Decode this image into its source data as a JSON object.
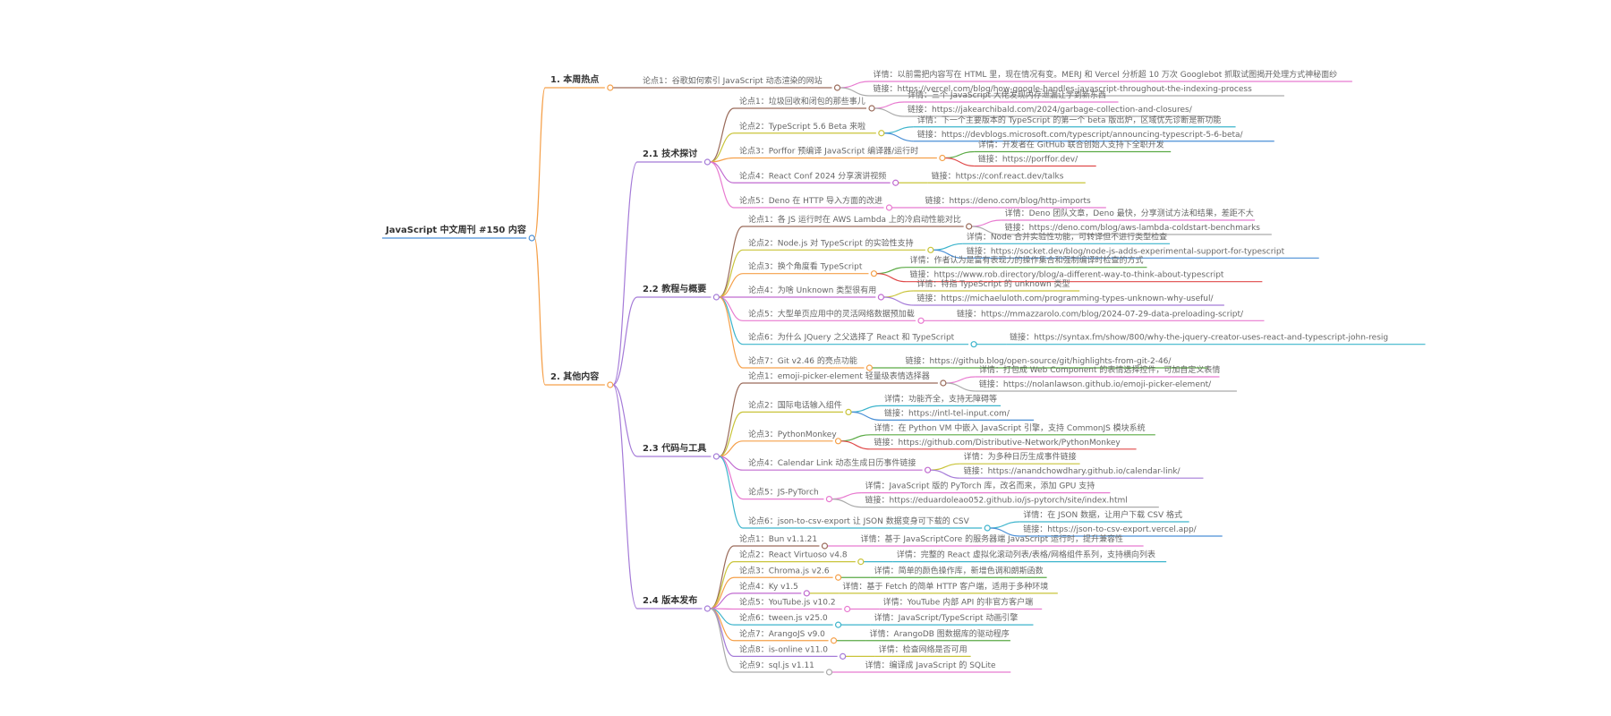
{
  "root": "JavaScript 中文周刊 #150 内容",
  "colors": {
    "orange": "#f5a04a",
    "purple": "#a57bd8",
    "brown": "#9a6b5a",
    "yellow": "#c9c43a",
    "teal": "#3cb4cc",
    "pink": "#e87ad0",
    "red": "#e04a4a",
    "green": "#5aaa44",
    "blue": "#4a8fd6",
    "gray": "#aaaaaa",
    "magenta": "#c06ad0"
  },
  "sections": [
    {
      "label": "1. 本周热点",
      "points": [
        {
          "label": "论点1：谷歌如何索引 JavaScript 动态渲染的网站",
          "leaves": [
            "详情：以前需把内容写在 HTML 里，现在情况有变。MERJ 和 Vercel 分析超 10 万次 Googlebot 抓取试图揭开处理方式神秘面纱",
            "链接：https://vercel.com/blog/how-google-handles-javascript-throughout-the-indexing-process"
          ]
        }
      ]
    },
    {
      "label": "2. 其他内容",
      "subsections": [
        {
          "label": "2.1 技术探讨",
          "points": [
            {
              "label": "论点1：垃圾回收和闭包的那些事儿",
              "leaves": [
                "详情：三个 JavaScript 大佬发现内存泄漏让学到新东西",
                "链接：https://jakearchibald.com/2024/garbage-collection-and-closures/"
              ]
            },
            {
              "label": "论点2：TypeScript 5.6 Beta 来啦",
              "leaves": [
                "详情：下一个主要版本的 TypeScript 的第一个 beta 版出炉，区域优先诊断是新功能",
                "链接：https://devblogs.microsoft.com/typescript/announcing-typescript-5-6-beta/"
              ]
            },
            {
              "label": "论点3：Porffor 预编译 JavaScript 编译器/运行时",
              "leaves": [
                "详情：开发者在 GitHub 联合创始人支持下全职开发",
                "链接：https://porffor.dev/"
              ]
            },
            {
              "label": "论点4：React Conf 2024 分享演讲视频",
              "leaves": [
                "链接：https://conf.react.dev/talks"
              ]
            },
            {
              "label": "论点5：Deno 在 HTTP 导入方面的改进",
              "leaves": [
                "链接：https://deno.com/blog/http-imports"
              ]
            }
          ]
        },
        {
          "label": "2.2 教程与概要",
          "points": [
            {
              "label": "论点1：各 JS 运行时在 AWS Lambda 上的冷启动性能对比",
              "leaves": [
                "详情：Deno 团队文章，Deno 最快，分享测试方法和结果，差距不大",
                "链接：https://deno.com/blog/aws-lambda-coldstart-benchmarks"
              ]
            },
            {
              "label": "论点2：Node.js 对 TypeScript 的实验性支持",
              "leaves": [
                "详情：Node 合并实验性功能，可转译但不进行类型检查",
                "链接：https://socket.dev/blog/node-js-adds-experimental-support-for-typescript"
              ]
            },
            {
              "label": "论点3：换个角度看 TypeScript",
              "leaves": [
                "详情：作者认为是富有表现力的操作集合和强制编译时检查的方式",
                "链接：https://www.rob.directory/blog/a-different-way-to-think-about-typescript"
              ]
            },
            {
              "label": "论点4：为啥 Unknown 类型很有用",
              "leaves": [
                "详情：特指 TypeScript 的 unknown 类型",
                "链接：https://michaeluloth.com/programming-types-unknown-why-useful/"
              ]
            },
            {
              "label": "论点5：大型单页应用中的灵活网络数据预加载",
              "leaves": [
                "链接：https://mmazzarolo.com/blog/2024-07-29-data-preloading-script/"
              ]
            },
            {
              "label": "论点6：为什么 JQuery 之父选择了 React 和 TypeScript",
              "leaves": [
                "链接：https://syntax.fm/show/800/why-the-jquery-creator-uses-react-and-typescript-john-resig"
              ]
            },
            {
              "label": "论点7：Git v2.46 的亮点功能",
              "leaves": [
                "链接：https://github.blog/open-source/git/highlights-from-git-2-46/"
              ]
            }
          ]
        },
        {
          "label": "2.3 代码与工具",
          "points": [
            {
              "label": "论点1：emoji-picker-element 轻量级表情选择器",
              "leaves": [
                "详情：打包成 Web Component 的表情选择控件，可加自定义表情",
                "链接：https://nolanlawson.github.io/emoji-picker-element/"
              ]
            },
            {
              "label": "论点2：国际电话输入组件",
              "leaves": [
                "详情：功能齐全，支持无障碍等",
                "链接：https://intl-tel-input.com/"
              ]
            },
            {
              "label": "论点3：PythonMonkey",
              "leaves": [
                "详情：在 Python VM 中嵌入 JavaScript 引擎，支持 CommonJS 模块系统",
                "链接：https://github.com/Distributive-Network/PythonMonkey"
              ]
            },
            {
              "label": "论点4：Calendar Link 动态生成日历事件链接",
              "leaves": [
                "详情：为多种日历生成事件链接",
                "链接：https://anandchowdhary.github.io/calendar-link/"
              ]
            },
            {
              "label": "论点5：JS-PyTorch",
              "leaves": [
                "详情：JavaScript 版的 PyTorch 库，改名而来，添加 GPU 支持",
                "链接：https://eduardoleao052.github.io/js-pytorch/site/index.html"
              ]
            },
            {
              "label": "论点6：json-to-csv-export 让 JSON 数据变身可下载的 CSV",
              "leaves": [
                "详情：在 JSON 数据，让用户下载 CSV 格式",
                "链接：https://json-to-csv-export.vercel.app/"
              ]
            }
          ]
        },
        {
          "label": "2.4 版本发布",
          "points": [
            {
              "label": "论点1：Bun v1.1.21",
              "leaves": [
                "详情：基于 JavaScriptCore 的服务器端 JavaScript 运行时，提升兼容性"
              ]
            },
            {
              "label": "论点2：React Virtuoso v4.8",
              "leaves": [
                "详情：完整的 React 虚拟化滚动列表/表格/网格组件系列，支持横向列表"
              ]
            },
            {
              "label": "论点3：Chroma.js v2.6",
              "leaves": [
                "详情：简单的颜色操作库，新增色调和朗斯函数"
              ]
            },
            {
              "label": "论点4：Ky v1.5",
              "leaves": [
                "详情：基于 Fetch 的简单 HTTP 客户端，适用于多种环境"
              ]
            },
            {
              "label": "论点5：YouTube.js v10.2",
              "leaves": [
                "详情：YouTube 内部 API 的非官方客户端"
              ]
            },
            {
              "label": "论点6：tween.js v25.0",
              "leaves": [
                "详情：JavaScript/TypeScript 动画引擎"
              ]
            },
            {
              "label": "论点7：ArangoJS v9.0",
              "leaves": [
                "详情：ArangoDB 图数据库的驱动程序"
              ]
            },
            {
              "label": "论点8：is-online v11.0",
              "leaves": [
                "详情：检查网络是否可用"
              ]
            },
            {
              "label": "论点9：sql.js v1.11",
              "leaves": [
                "详情：编译成 JavaScript 的 SQLite"
              ]
            }
          ]
        }
      ]
    }
  ]
}
